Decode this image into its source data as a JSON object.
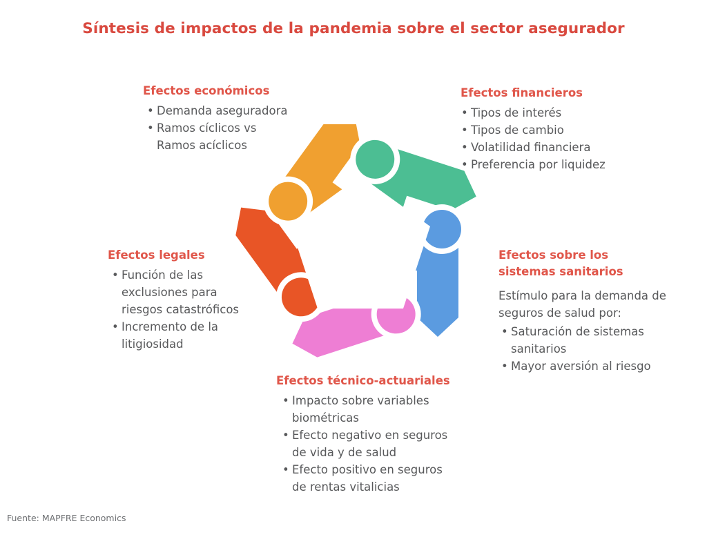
{
  "title": "Síntesis de impactos de la pandemia sobre el sector asegurador",
  "source": "Fuente: MAPFRE Economics",
  "colors": {
    "title": "#d9493f",
    "heading": "#e0564a",
    "body": "#58595b",
    "background": "#ffffff",
    "segment_economicos": "#e85526",
    "segment_financieros": "#f0a030",
    "segment_sanitarios": "#4cbe93",
    "segment_actuariales": "#5b9be0",
    "segment_legales": "#ee7ed4"
  },
  "blocks": {
    "economicos": {
      "heading": "Efectos económicos",
      "intro": "",
      "bullets": [
        "Demanda aseguradora",
        "Ramos cíclicos vs Ramos acíclicos"
      ]
    },
    "financieros": {
      "heading": "Efectos financieros",
      "intro": "",
      "bullets": [
        "Tipos de interés",
        "Tipos de cambio",
        "Volatilidad financiera",
        "Preferencia por liquidez"
      ]
    },
    "legales": {
      "heading": "Efectos legales",
      "intro": "",
      "bullets": [
        "Función de las exclusiones para riesgos catastróficos",
        "Incremento de la litigiosidad"
      ]
    },
    "sanitarios": {
      "heading": "Efectos sobre los\nsistemas sanitarios",
      "intro": "Estímulo para la demanda de seguros de salud por:",
      "bullets": [
        "Saturación de sistemas sanitarios",
        "Mayor aversión al riesgo"
      ]
    },
    "actuariales": {
      "heading": "Efectos técnico-actuariales",
      "intro": "",
      "bullets": [
        "Impacto sobre variables biométricas",
        "Efecto negativo en seguros de vida y de salud",
        "Efecto positivo en seguros de rentas vitalicias"
      ]
    }
  },
  "diagram": {
    "type": "pentagon-cycle",
    "segments": [
      {
        "name": "economicos",
        "color": "#e85526",
        "position": "top-left"
      },
      {
        "name": "financieros",
        "color": "#f0a030",
        "position": "top-right"
      },
      {
        "name": "sanitarios",
        "color": "#4cbe93",
        "position": "right"
      },
      {
        "name": "actuariales",
        "color": "#5b9be0",
        "position": "bottom"
      },
      {
        "name": "legales",
        "color": "#ee7ed4",
        "position": "left"
      }
    ]
  }
}
